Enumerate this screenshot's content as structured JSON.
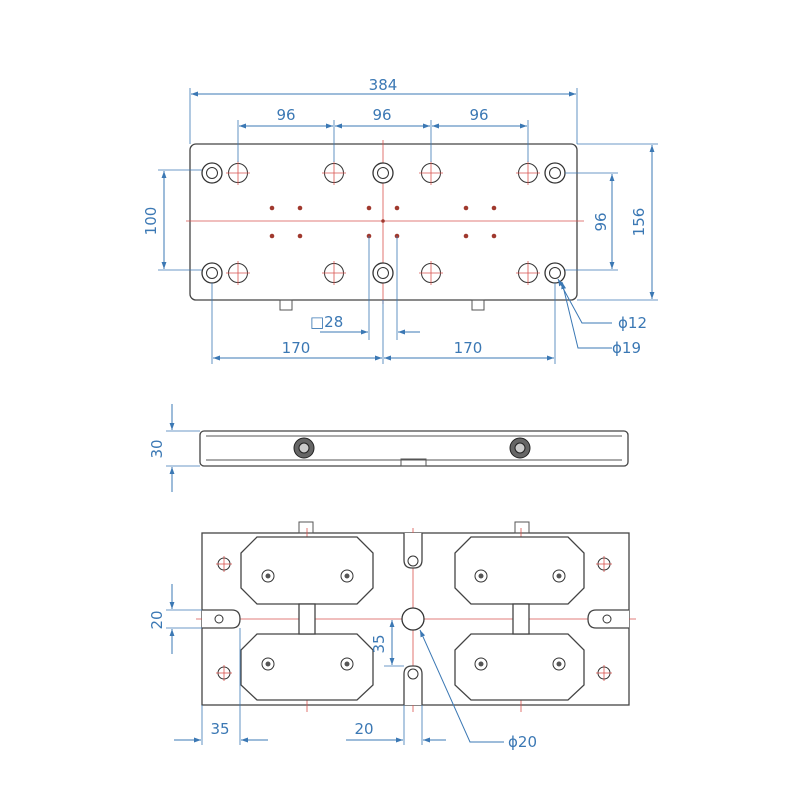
{
  "top_view": {
    "dim_overall_width": "384",
    "dim_pitch_1": "96",
    "dim_pitch_2": "96",
    "dim_pitch_3": "96",
    "dim_left_height": "100",
    "dim_right_inner": "96",
    "dim_right_overall": "156",
    "dim_square": "□28",
    "dim_half_left": "170",
    "dim_half_right": "170",
    "dim_hole_small": "ϕ12",
    "dim_hole_large": "ϕ19"
  },
  "side_view": {
    "dim_thickness": "30"
  },
  "bottom_view": {
    "dim_slot_height": "20",
    "dim_center_offset": "35",
    "dim_edge_offset": "35",
    "dim_slot_width": "20",
    "dim_center_hole": "ϕ20"
  }
}
